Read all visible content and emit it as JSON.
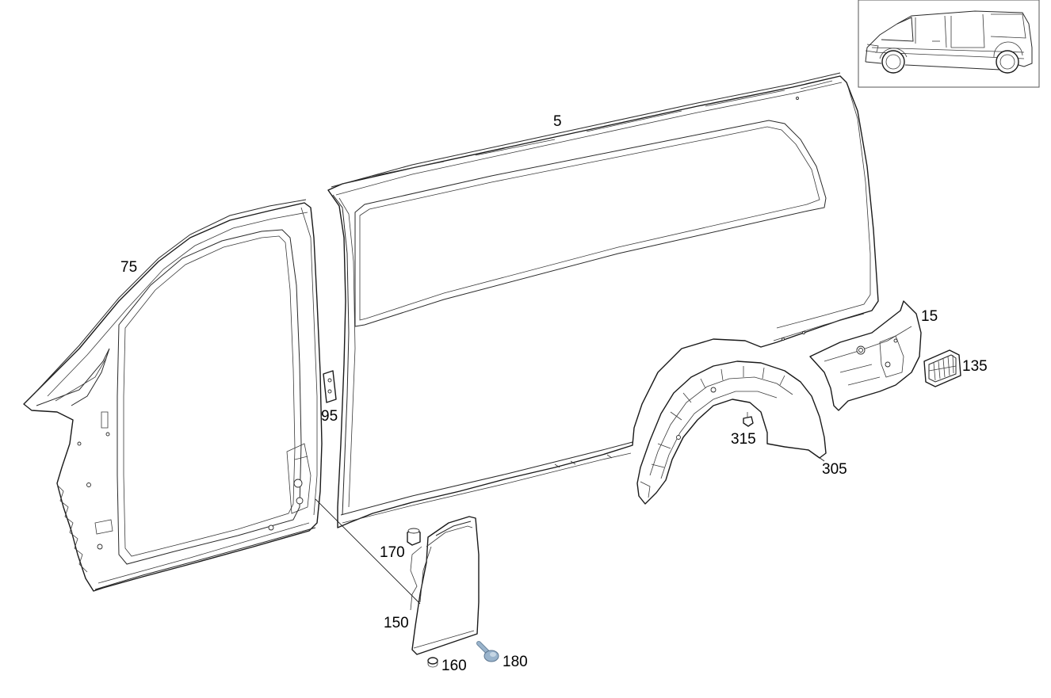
{
  "diagram": {
    "labels": {
      "part_5": "5",
      "part_15": "15",
      "part_75": "75",
      "part_95": "95",
      "part_135": "135",
      "part_150": "150",
      "part_160": "160",
      "part_170": "170",
      "part_180": "180",
      "part_305": "305",
      "part_315": "315"
    }
  },
  "colors": {
    "line": "#1a1a1a",
    "fastener_fill": "#9ab4cc",
    "background": "#ffffff"
  }
}
